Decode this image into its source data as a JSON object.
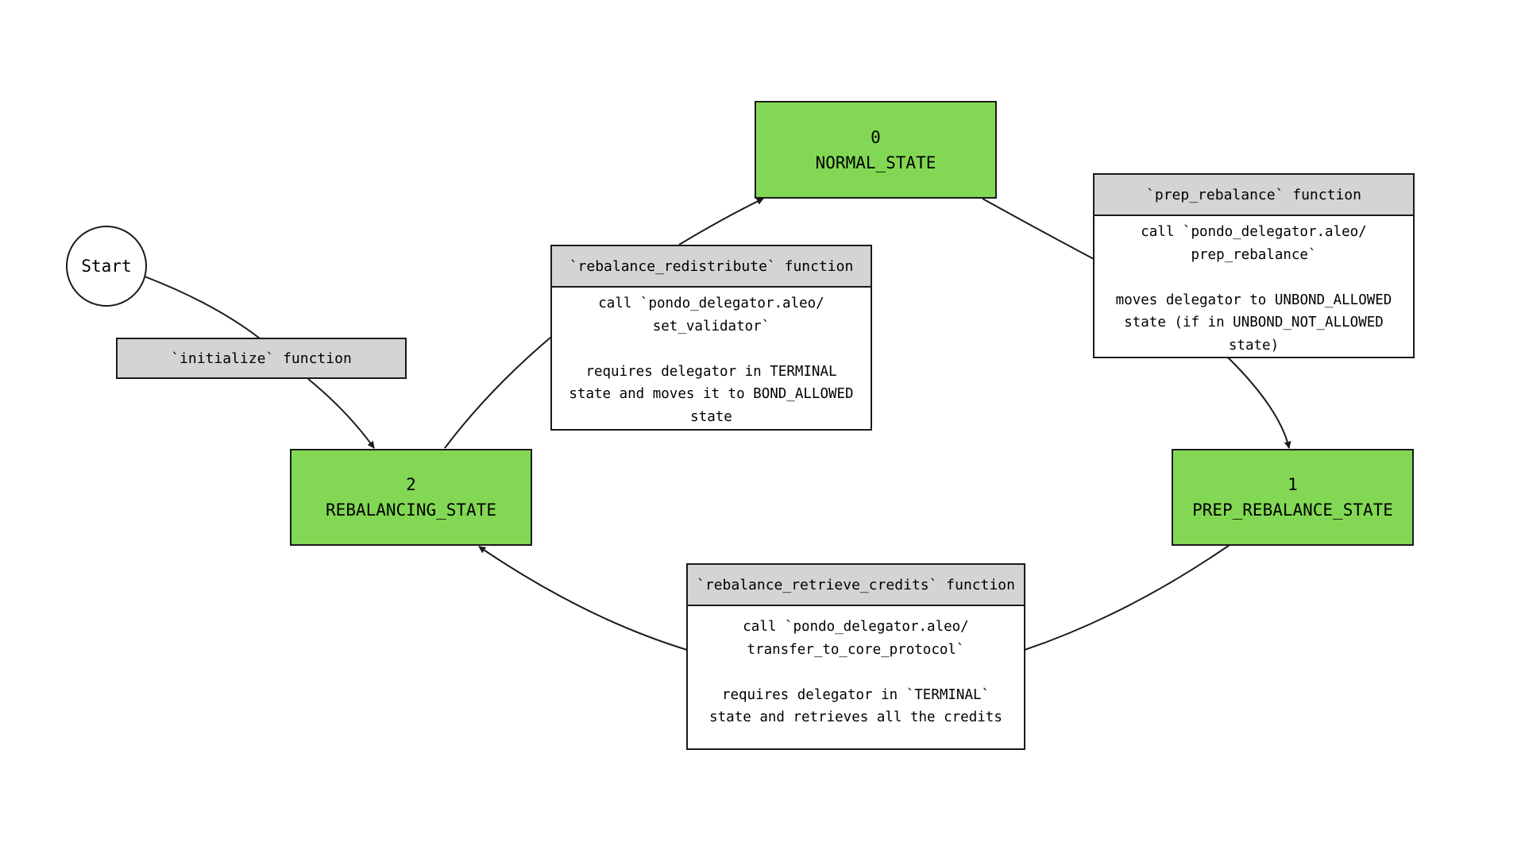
{
  "colors": {
    "state_fill": "#82d854",
    "function_header": "#d4d4d4",
    "stroke": "#1a1a1a",
    "background": "#ffffff"
  },
  "start": {
    "label": "Start"
  },
  "states": {
    "normal": {
      "number": "0",
      "name": "NORMAL_STATE"
    },
    "prep_rebalance": {
      "number": "1",
      "name": "PREP_REBALANCE_STATE"
    },
    "rebalancing": {
      "number": "2",
      "name": "REBALANCING_STATE"
    }
  },
  "functions": {
    "initialize": {
      "title": "`initialize` function"
    },
    "rebalance_redistribute": {
      "title": "`rebalance_redistribute` function",
      "call_lines": [
        "call `pondo_delegator.aleo/",
        "set_validator`"
      ],
      "note_lines": [
        "requires delegator in TERMINAL",
        "state and moves it to BOND_ALLOWED",
        "state"
      ]
    },
    "prep_rebalance": {
      "title": "`prep_rebalance` function",
      "call_lines": [
        "call `pondo_delegator.aleo/",
        "prep_rebalance`"
      ],
      "note_lines": [
        "moves delegator to UNBOND_ALLOWED",
        "state (if in UNBOND_NOT_ALLOWED",
        "state)"
      ]
    },
    "rebalance_retrieve_credits": {
      "title": "`rebalance_retrieve_credits` function",
      "call_lines": [
        "call `pondo_delegator.aleo/",
        "transfer_to_core_protocol`"
      ],
      "note_lines": [
        "requires delegator in `TERMINAL`",
        "state and retrieves all the credits"
      ]
    }
  },
  "edges": [
    {
      "from": "start",
      "to": "rebalancing",
      "via": "initialize"
    },
    {
      "from": "rebalancing",
      "to": "normal",
      "via": "rebalance_redistribute"
    },
    {
      "from": "normal",
      "to": "prep_rebalance",
      "via": "prep_rebalance"
    },
    {
      "from": "prep_rebalance",
      "to": "rebalancing",
      "via": "rebalance_retrieve_credits"
    }
  ]
}
